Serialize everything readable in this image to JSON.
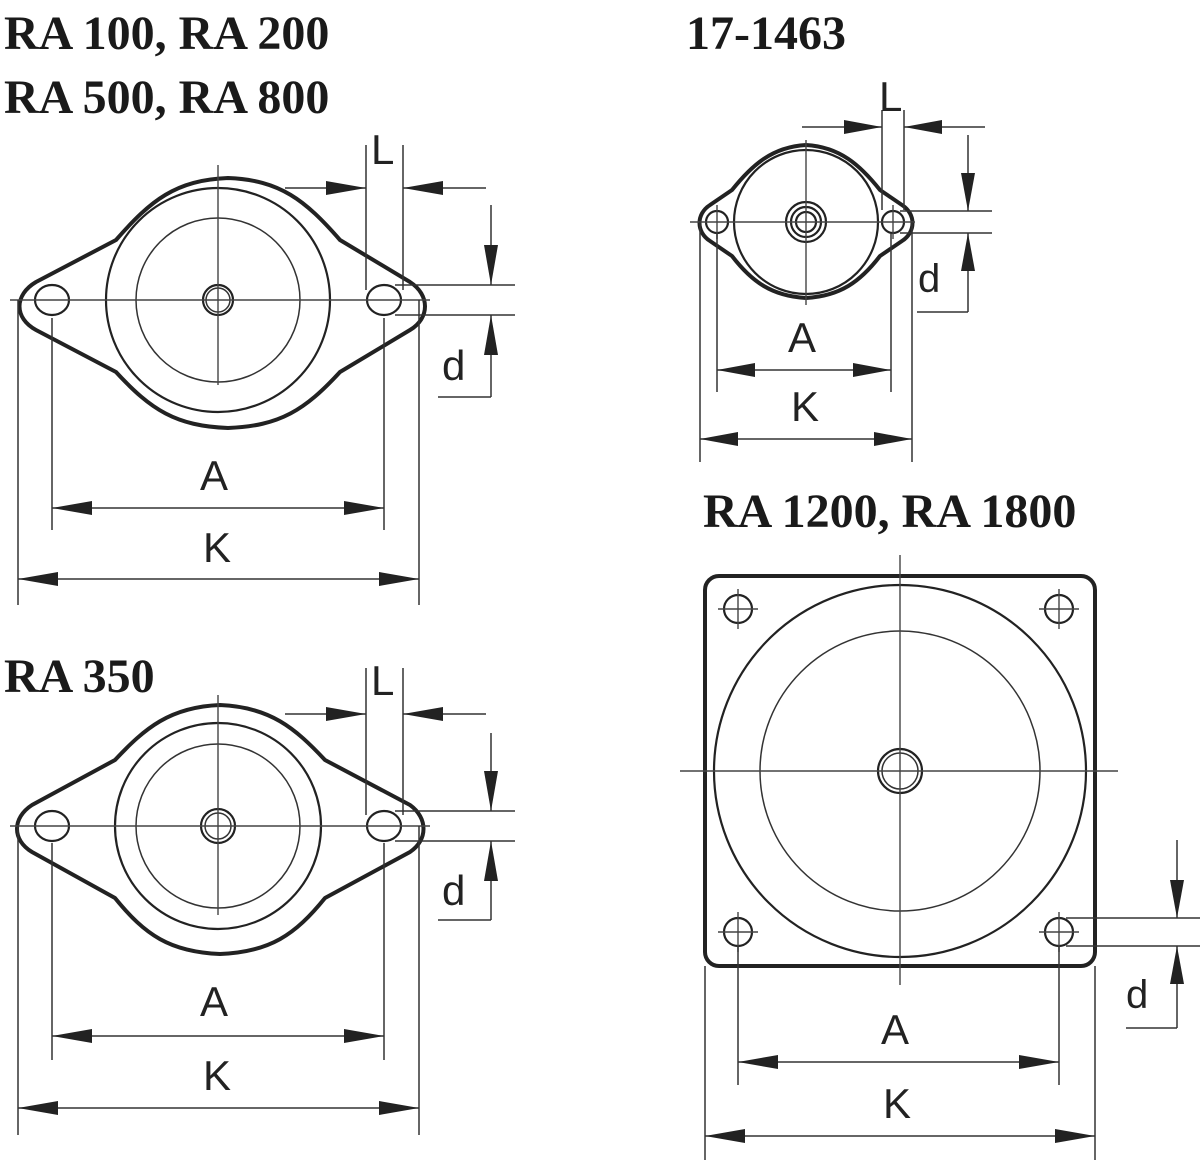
{
  "titles": {
    "ra_small": [
      "RA 100, RA 200",
      "RA 500, RA 800"
    ],
    "ra_350": "RA 350",
    "part_17_1463": "17-1463",
    "ra_large": "RA 1200, RA 1800"
  },
  "dimensions": {
    "L": "L",
    "d": "d",
    "A": "A",
    "K": "K"
  }
}
